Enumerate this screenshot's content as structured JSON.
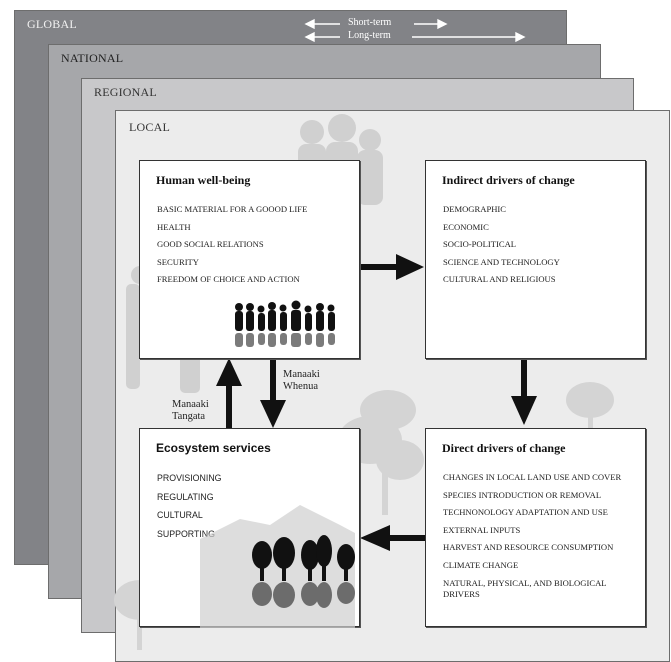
{
  "layers": {
    "global": "GLOBAL",
    "national": "NATIONAL",
    "regional": "REGIONAL",
    "local": "LOCAL"
  },
  "legend": {
    "short_term": "Short-term",
    "long_term": "Long-term"
  },
  "boxes": {
    "human_wellbeing": {
      "title": "Human well-being",
      "items": [
        "BASIC MATERIAL FOR A GOOOD LIFE",
        "HEALTH",
        "GOOD SOCIAL RELATIONS",
        "SECURITY",
        "FREEDOM OF CHOICE AND ACTION"
      ]
    },
    "indirect_drivers": {
      "title": "Indirect drivers of change",
      "items": [
        "DEMOGRAPHIC",
        "ECONOMIC",
        "SOCIO-POLITICAL",
        "SCIENCE AND TECHNOLOGY",
        "CULTURAL AND RELIGIOUS"
      ]
    },
    "ecosystem_services": {
      "title": "Ecosystem services",
      "items": [
        "PROVISIONING",
        "REGULATING",
        "CULTURAL",
        "SUPPORTING"
      ]
    },
    "direct_drivers": {
      "title": "Direct drivers of change",
      "items": [
        "CHANGES IN LOCAL LAND USE AND COVER",
        "SPECIES INTRODUCTION OR REMOVAL",
        "TECHNONOLOGY ADAPTATION AND USE",
        "EXTERNAL INPUTS",
        "HARVEST AND RESOURCE CONSUMPTION",
        "CLIMATE CHANGE",
        "NATURAL, PHYSICAL, AND BIOLOGICAL",
        "DRIVERS"
      ]
    }
  },
  "connectors": {
    "manaaki_whenua": [
      "Manaaki",
      "Whenua"
    ],
    "manaaki_tangata": [
      "Manaaki",
      "Tangata"
    ]
  },
  "colors": {
    "global": "#828387",
    "national": "#a6a7aa",
    "regional": "#c8c8ca",
    "local": "#ececec",
    "arrow": "#111111"
  }
}
